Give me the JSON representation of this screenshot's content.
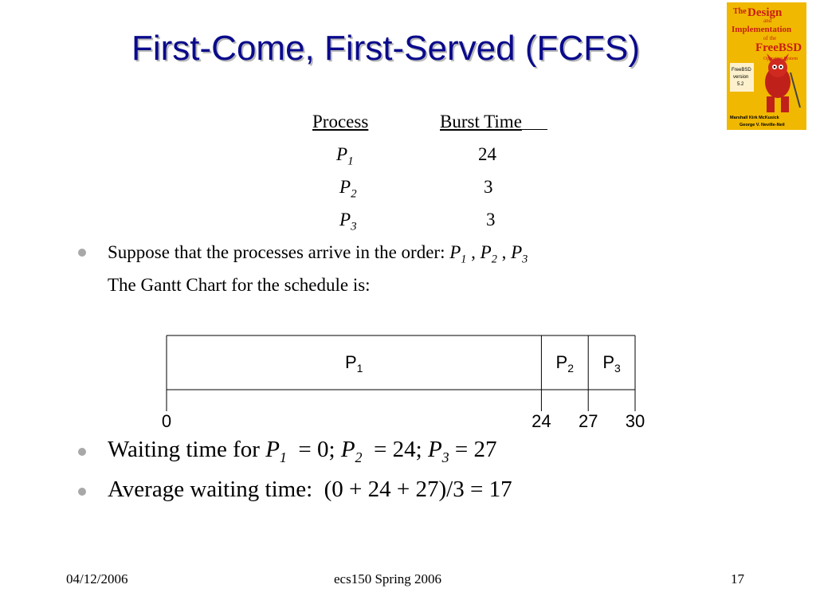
{
  "slide": {
    "title": "First-Come, First-Served (FCFS)"
  },
  "book_cover": {
    "line1": "The",
    "line2": "Design",
    "line3": "and",
    "line4": "Implementation",
    "line5": "of the",
    "line6": "FreeBSD",
    "line7": "Operating System",
    "badge_line1": "FreeBSD",
    "badge_line2": "version",
    "badge_line3": "5.2",
    "author1": "Marshall Kirk McKusick",
    "author2": "George V. Neville-Neil"
  },
  "process_table": {
    "header_process": "Process",
    "header_burst": "Burst Time",
    "rows": [
      {
        "letter": "P",
        "index": "1",
        "burst": "24"
      },
      {
        "letter": "P",
        "index": "2",
        "burst": "3"
      },
      {
        "letter": "P",
        "index": "3",
        "burst": "3"
      }
    ]
  },
  "bullet1": {
    "text": "Suppose that the processes arrive in the order: ",
    "p1_letter": "P",
    "p1_index": "1",
    "sep1": " , ",
    "p2_letter": "P",
    "p2_index": "2",
    "sep2": " , ",
    "p3_letter": "P",
    "p3_index": "3",
    "line2": "The Gantt Chart for the schedule is:"
  },
  "gantt": {
    "blocks": [
      {
        "letter": "P",
        "index": "1",
        "start": 0,
        "end": 24
      },
      {
        "letter": "P",
        "index": "2",
        "start": 24,
        "end": 27
      },
      {
        "letter": "P",
        "index": "3",
        "start": 27,
        "end": 30
      }
    ],
    "ticks": [
      {
        "label": "0",
        "value": 0
      },
      {
        "label": "24",
        "value": 24
      },
      {
        "label": "27",
        "value": 27
      },
      {
        "label": "30",
        "value": 30
      }
    ]
  },
  "bullet2": {
    "prefix": "Waiting time for ",
    "p1_letter": "P",
    "p1_index": "1",
    "p1_value": "  = 0; ",
    "p2_letter": "P",
    "p2_index": "2",
    "p2_value": "  = 24; ",
    "p3_letter": "P",
    "p3_index": "3",
    "p3_value": " = 27"
  },
  "bullet3": {
    "text": "Average waiting time:  (0 + 24 + 27)/3 = 17"
  },
  "footer": {
    "date": "04/12/2006",
    "course": "ecs150 Spring 2006",
    "page": "17"
  },
  "colors": {
    "title": "#0a0a8c",
    "bullet": "#a8a8a8",
    "book_bg": "#f0b800",
    "book_title": "#c81e14"
  }
}
